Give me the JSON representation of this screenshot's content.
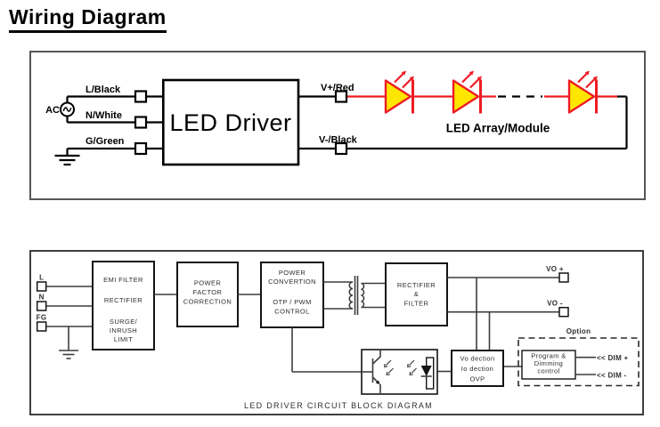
{
  "title": "Wiring Diagram",
  "colors": {
    "red": "#ED1C24",
    "yellow": "#FFE600",
    "line": "#000000",
    "gray_line": "#3D3D3D"
  },
  "top_diagram": {
    "ac_label": "AC",
    "line_labels": [
      "L/Black",
      "N/White",
      "G/Green"
    ],
    "driver_label": "LED Driver",
    "vplus_label": "V+/Red",
    "vminus_label": "V-/Black",
    "array_label": "LED Array/Module"
  },
  "block_diagram": {
    "terminal_labels": [
      "L",
      "N",
      "FG"
    ],
    "emi_lines": [
      "EMI FILTER",
      "RECTIFIER",
      "SURGE/",
      "INRUSH",
      "LIMIT"
    ],
    "pfc_lines": [
      "POWER",
      "FACTOR",
      "CORRECTION"
    ],
    "conversion_lines": [
      "POWER",
      "CONVERTION",
      "OTP / PWM",
      "CONTROL"
    ],
    "rectifier_lines": [
      "RECTIFIER",
      "&",
      "FILTER"
    ],
    "detection_lines": [
      "Vo dection",
      "Io dection",
      "OVP"
    ],
    "program_lines": [
      "Program &",
      "Dimming",
      "control"
    ],
    "vo_plus_label": "VO +",
    "vo_minus_label": "VO -",
    "option_label": "Option",
    "dim_plus_label": "<< DIM +",
    "dim_minus_label": "<< DIM -",
    "caption": "LED DRIVER CIRCUIT BLOCK DIAGRAM"
  }
}
